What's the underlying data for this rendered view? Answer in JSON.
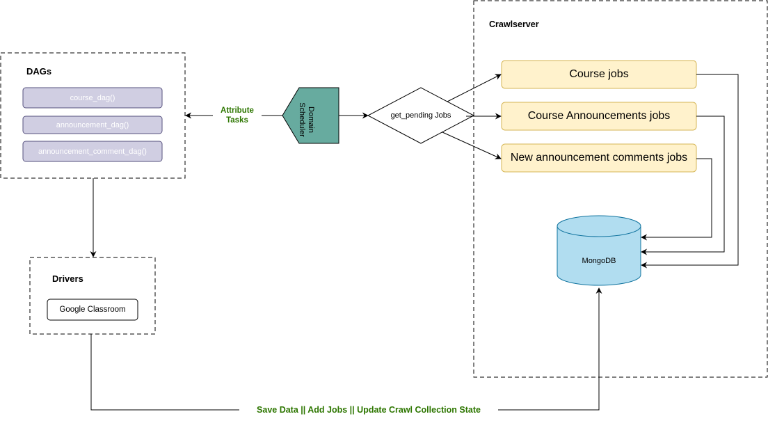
{
  "dags": {
    "title": "DAGs",
    "items": [
      "course_dag()",
      "announcement_dag()",
      "announcement_comment_dag()"
    ]
  },
  "drivers": {
    "title": "Drivers",
    "items": [
      "Google Classroom"
    ]
  },
  "scheduler": {
    "label": "Domain Scheduler"
  },
  "decision": {
    "label": "get_pending Jobs"
  },
  "crawlserver": {
    "title": "Crawlserver",
    "jobs": [
      "Course jobs",
      "Course Announcements jobs",
      "New announcement comments jobs"
    ],
    "db": "MongoDB"
  },
  "edges": {
    "attribute_tasks": "Attribute Tasks",
    "bottom": "Save Data || Add Jobs || Update Crawl Collection State"
  },
  "colors": {
    "dag_fill": "#d0cee2",
    "dag_stroke": "#56517e",
    "job_fill": "#fff2cc",
    "job_stroke": "#d6b656",
    "scheduler_fill": "#67ab9f",
    "db_fill": "#b1ddf0",
    "db_stroke": "#10739e",
    "edge_label": "#2d7600"
  }
}
